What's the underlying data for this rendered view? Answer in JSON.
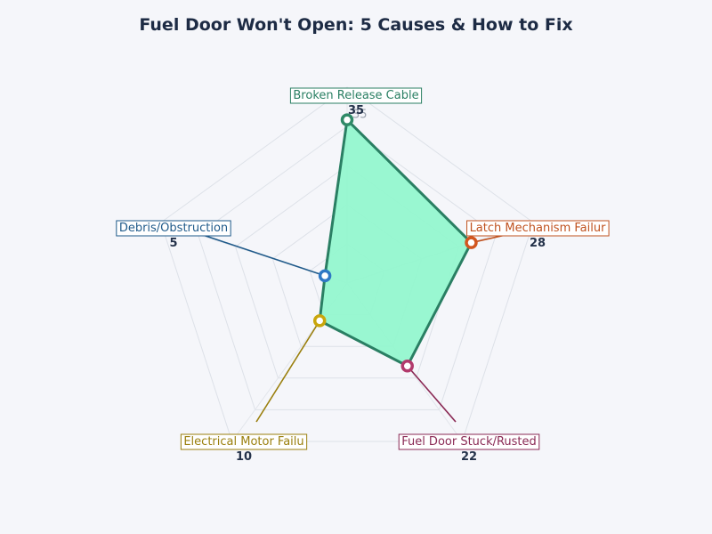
{
  "chart_data": {
    "type": "radar",
    "title": "Fuel Door Won't Open: 5 Causes & How to Fix",
    "categories": [
      "Broken Release Cable",
      "Latch Mechanism Failur",
      "Fuel Door Stuck/Rusted",
      "Electrical Motor Failu",
      "Debris/Obstruction"
    ],
    "values": [
      35,
      28,
      22,
      10,
      5
    ],
    "value_labels": [
      "35",
      "28",
      "22",
      "10",
      "5"
    ],
    "radial_tick_label": "35",
    "rmax": 42,
    "grid": true,
    "fill_color": "#94f7cf",
    "line_color": "#2a7f63",
    "category_colors": [
      "#2a7f63",
      "#c0521f",
      "#8a2a55",
      "#9a7f0d",
      "#1f5a8a"
    ],
    "marker_colors": [
      "#2f8a67",
      "#d2561f",
      "#b23a6c",
      "#c9a60c",
      "#2f78c4"
    ]
  }
}
